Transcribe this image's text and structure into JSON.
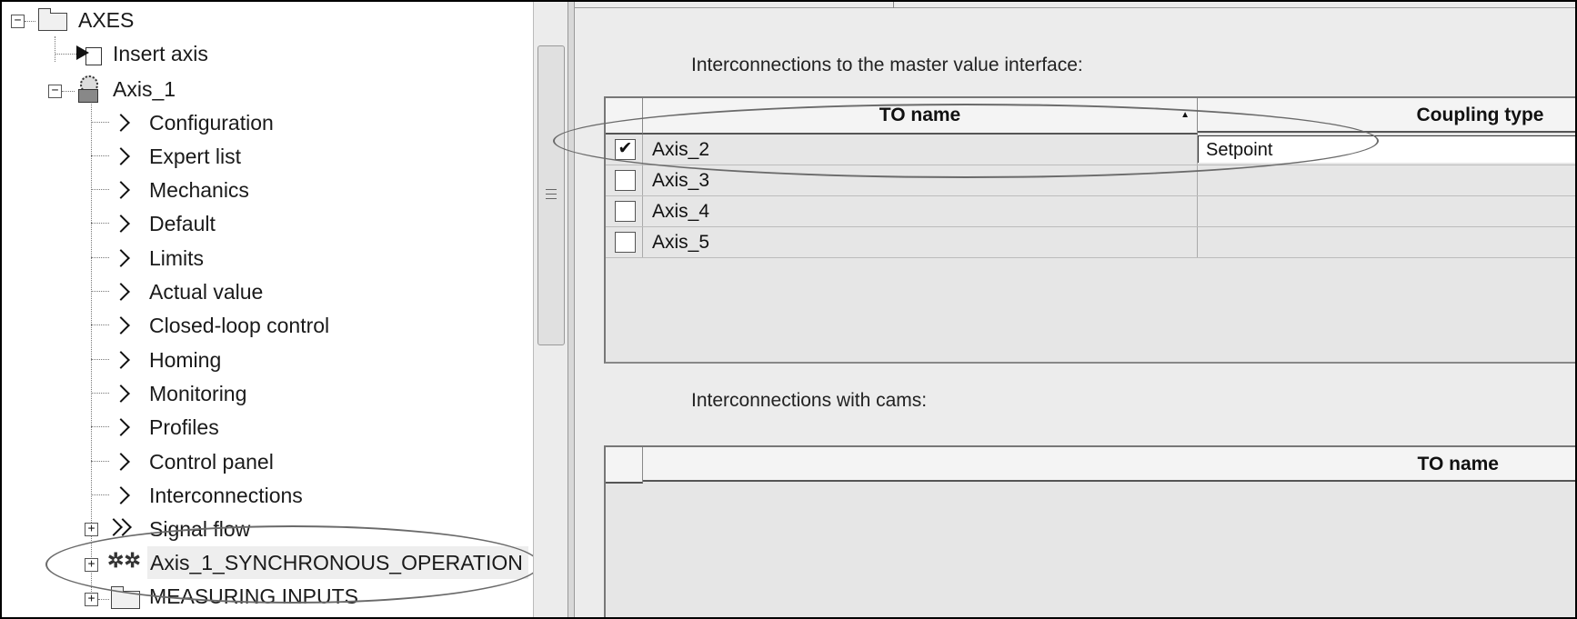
{
  "tree": {
    "root": "AXES",
    "insert_axis": "Insert axis",
    "axis": "Axis_1",
    "children": [
      "Configuration",
      "Expert list",
      "Mechanics",
      "Default",
      "Limits",
      "Actual value",
      "Closed-loop control",
      "Homing",
      "Monitoring",
      "Profiles",
      "Control panel",
      "Interconnections"
    ],
    "signal_flow": "Signal flow",
    "sync_op": "Axis_1_SYNCHRONOUS_OPERATION",
    "measuring_inputs": "MEASURING INPUTS"
  },
  "master": {
    "label": "Interconnections to the master value interface:",
    "col_name": "TO name",
    "col_coupling": "Coupling type",
    "rows": [
      {
        "name": "Axis_2",
        "checked": true,
        "coupling": "Setpoint"
      },
      {
        "name": "Axis_3",
        "checked": false,
        "coupling": ""
      },
      {
        "name": "Axis_4",
        "checked": false,
        "coupling": ""
      },
      {
        "name": "Axis_5",
        "checked": false,
        "coupling": ""
      }
    ]
  },
  "cams": {
    "label": "Interconnections with cams:",
    "col_name": "TO name"
  }
}
